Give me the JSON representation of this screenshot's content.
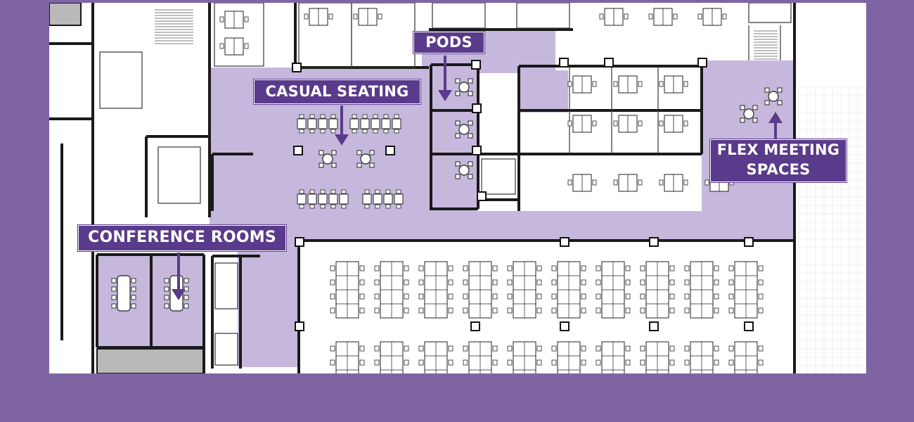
{
  "labels": {
    "pods": "PODS",
    "casual_seating": "CASUAL SEATING",
    "conference_rooms": "CONFERENCE ROOMS",
    "flex_line1": "FLEX MEETING",
    "flex_line2": "SPACES"
  },
  "colors": {
    "background": "#7f64a3",
    "highlight_zone": "#c5b8dc",
    "callout_fill": "#5a3a8a",
    "arrow": "#5a3a8a",
    "wall": "#1a1a1a",
    "core": "#b9b9b9"
  }
}
